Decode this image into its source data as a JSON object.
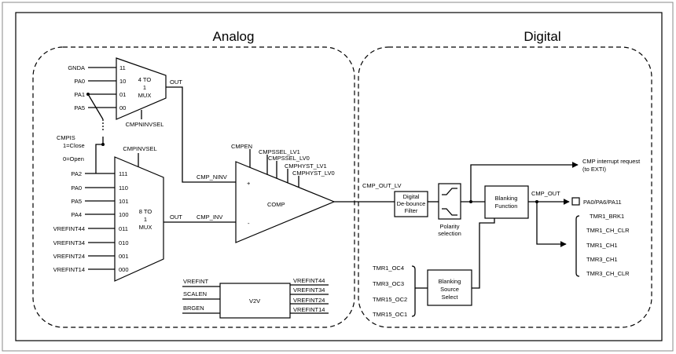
{
  "regions": {
    "analog": "Analog",
    "digital": "Digital"
  },
  "mux4": {
    "title": [
      "4 TO",
      "1",
      "MUX"
    ],
    "inputs": [
      "GNDA",
      "PA0",
      "PA1",
      "PA5"
    ],
    "codes": [
      "11",
      "10",
      "01",
      "00"
    ],
    "out": "OUT",
    "sel": "CMPNINVSEL"
  },
  "cmpis": {
    "label": "CMPIS",
    "close": "1=Close",
    "open": "0=Open"
  },
  "mux8": {
    "sel": "CMPINVSEL",
    "title": [
      "8 TO",
      "1",
      "MUX"
    ],
    "inputs": [
      "PA2",
      "PA0",
      "PA5",
      "PA4",
      "VREFINT44",
      "VREFINT34",
      "VREFINT24",
      "VREFINT14"
    ],
    "codes": [
      "111",
      "110",
      "101",
      "100",
      "011",
      "010",
      "001",
      "000"
    ],
    "out": "OUT"
  },
  "comp": {
    "label": "COMP",
    "ninv": "CMP_NINV",
    "inv": "CMP_INV",
    "plus": "+",
    "minus": "-",
    "ctrl": [
      "CMPEN",
      "CMPSSEL_LV1",
      "CMPSSEL_LV0",
      "CMPHYST_LV1",
      "CMPHYST_LV0"
    ]
  },
  "v2v": {
    "label": "V2V",
    "inputs": [
      "VREFINT",
      "SCALEN",
      "BRGEN"
    ],
    "outputs": [
      "VREFINT44",
      "VREFINT34",
      "VREFINT24",
      "VREFINT14"
    ]
  },
  "digital": {
    "cmp_out_lv": "CMP_OUT_LV",
    "debounce": [
      "Digital",
      "De-bounce",
      "Filter"
    ],
    "polarity": [
      "Polarity",
      "selection"
    ],
    "blanking": [
      "Blanking",
      "Function"
    ],
    "cmp_out": "CMP_OUT",
    "interrupt": [
      "CMP interrupt request",
      "(to EXTI)"
    ],
    "pin": "PA0/PA6/PA11",
    "tmr_outputs": [
      "TMR1_BRK1",
      "TMR1_CH_CLR",
      "TMR1_CH1",
      "TMR3_CH1",
      "TMR3_CH_CLR"
    ],
    "source_sel": [
      "Blanking",
      "Source",
      "Select"
    ],
    "source_inputs": [
      "TMR1_OC4",
      "TMR3_OC3",
      "TMR15_OC2",
      "TMR15_OC1"
    ]
  }
}
